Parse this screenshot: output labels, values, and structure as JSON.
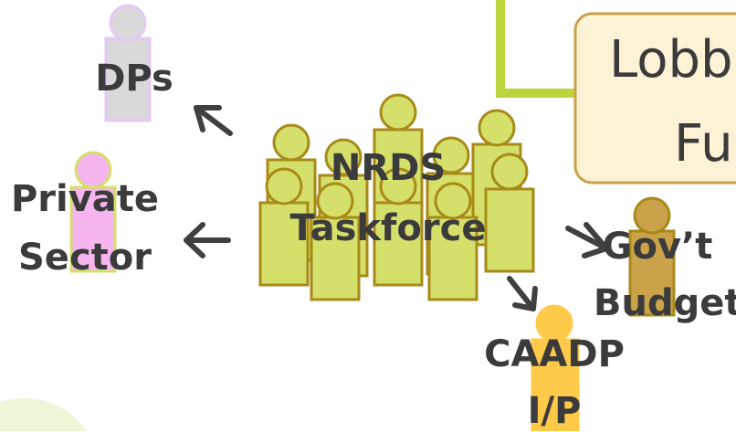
{
  "nodes": {
    "dps": {
      "label": "DPs",
      "color": "#d9d9d9",
      "head": "#e3c9f5"
    },
    "private_sector": {
      "line1": "Private",
      "line2": "Sector",
      "color": "#f7b5f0"
    },
    "nrds_taskforce": {
      "line1": "NRDS",
      "line2": "Taskforce",
      "color": "#d4e06a"
    },
    "govt_budget": {
      "line1": "Gov’t",
      "line2": "Budget",
      "color": "#c9a24a"
    },
    "caadp": {
      "line1": "CAADP",
      "line2": "I/P",
      "color": "#ffc94a"
    }
  },
  "lobby_box": {
    "line1": "Lobb",
    "line2": "Fu",
    "fill": "#fcf3d6",
    "border": "#c9a24a"
  },
  "colors": {
    "connector": "#bcd33c",
    "arrow": "#404040",
    "text": "#3b3b3b"
  }
}
